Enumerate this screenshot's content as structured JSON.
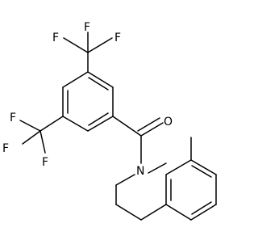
{
  "diagram": {
    "type": "skeletal-structure",
    "bond_color": "#000000",
    "background": "#ffffff",
    "atom_labels": {
      "f1": "F",
      "f2": "F",
      "f3": "F",
      "f4": "F",
      "f5": "F",
      "f6": "F",
      "o": "O",
      "n": "N"
    }
  }
}
